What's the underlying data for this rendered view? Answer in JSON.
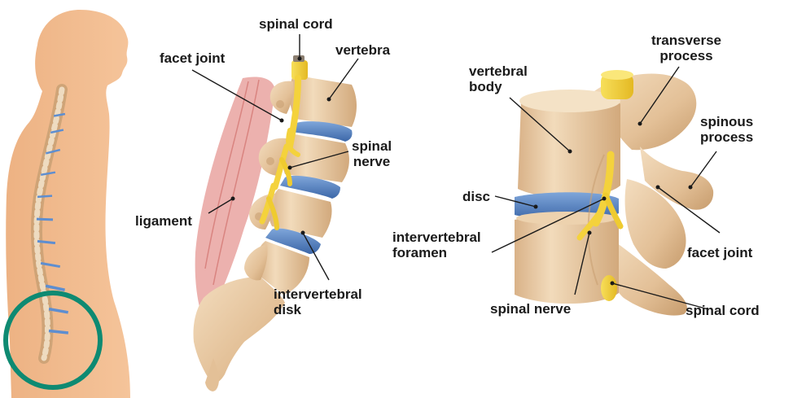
{
  "labels": {
    "spinal_cord_top": "spinal cord",
    "vertebra": "vertebra",
    "facet_joint_left": "facet joint",
    "spinal_nerve_left": [
      "spinal",
      "nerve"
    ],
    "ligament": "ligament",
    "intervertebral_disk": [
      "intervertebral",
      "disk"
    ],
    "vertebral_body": [
      "vertebral",
      "body"
    ],
    "transverse_process": [
      "transverse",
      "process"
    ],
    "spinous_process": [
      "spinous",
      "process"
    ],
    "disc": "disc",
    "intervertebral_foramen": [
      "intervertebral",
      "foramen"
    ],
    "facet_joint_right": "facet joint",
    "spinal_nerve_right": "spinal nerve",
    "spinal_cord_right": "spinal cord"
  },
  "colors": {
    "skin": "#F0B98B",
    "bone": "#E8C9A0",
    "bone_shadow": "#C9A073",
    "disc_blue": "#4F7EC0",
    "nerve_yellow": "#F4D23C",
    "ligament_pink": "#E9A3A0",
    "highlight_ring": "#0E8A72",
    "leader_line": "#1a1a1a"
  }
}
